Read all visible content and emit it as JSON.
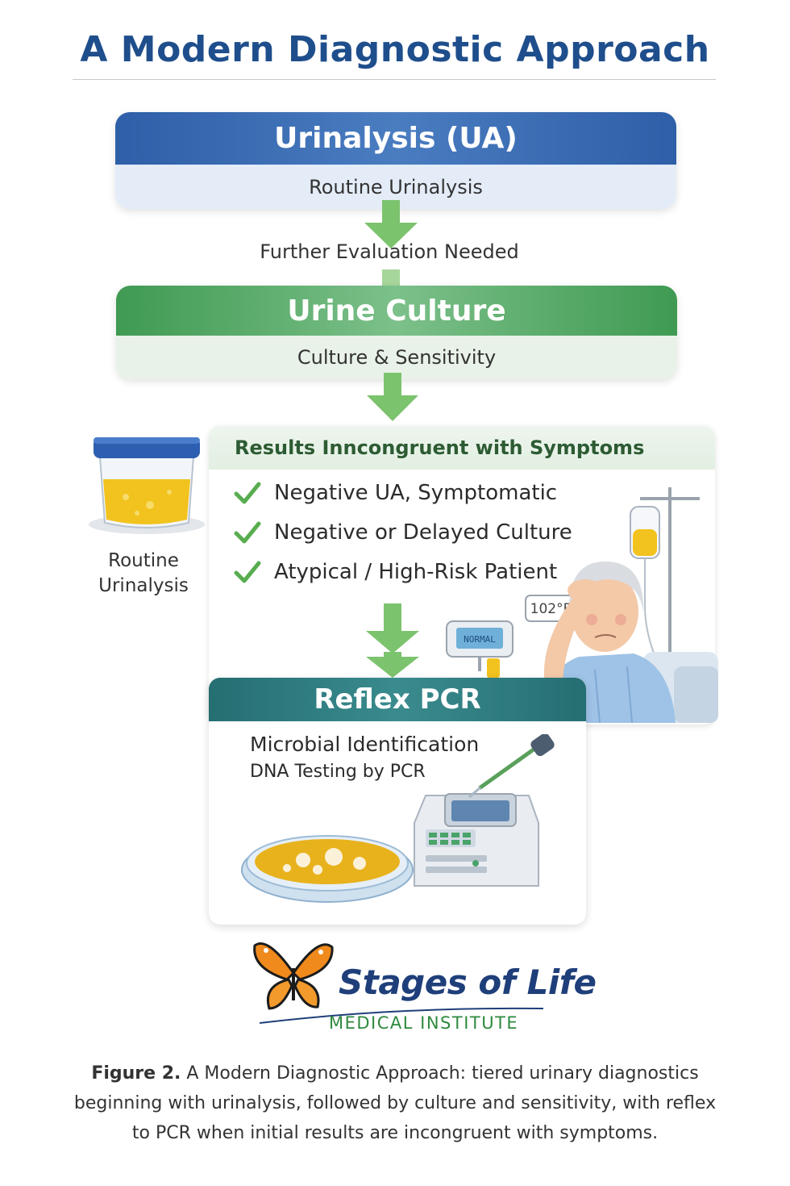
{
  "title": "A Modern Diagnostic Approach",
  "urinalysis": {
    "heading": "Urinalysis (UA)",
    "subheading": "Routine Urinalysis"
  },
  "further_evaluation": "Further Evaluation Needed",
  "culture": {
    "heading": "Urine Culture",
    "subheading": "Culture & Sensitivity"
  },
  "incongruent": {
    "heading": "Results Inncongruent with Symptoms",
    "items": [
      "Negative UA, Symptomatic",
      "Negative or Delayed Culture",
      "Atypical / High-Risk Patient"
    ]
  },
  "cup_label_line1": "Routine",
  "cup_label_line2": "Urinalysis",
  "thermometer": "102°F",
  "monitor_display": "NORMAL",
  "pcr": {
    "heading": "Reflex PCR",
    "line1": "Microbial Identification",
    "line2": "DNA Testing by PCR"
  },
  "brand": {
    "name": "Stages of Life",
    "tagline": "MEDICAL INSTITUTE"
  },
  "caption": {
    "label": "Figure 2.",
    "text": "A Modern Diagnostic Approach: tiered urinary diagnostics beginning with urinalysis, followed by culture and sensitivity, with reflex to PCR when initial results are incongruent with symptoms."
  },
  "colors": {
    "blue": "#2e5fa8",
    "green": "#4fa45f",
    "teal": "#256e72",
    "arrow": "#7cc36e"
  }
}
